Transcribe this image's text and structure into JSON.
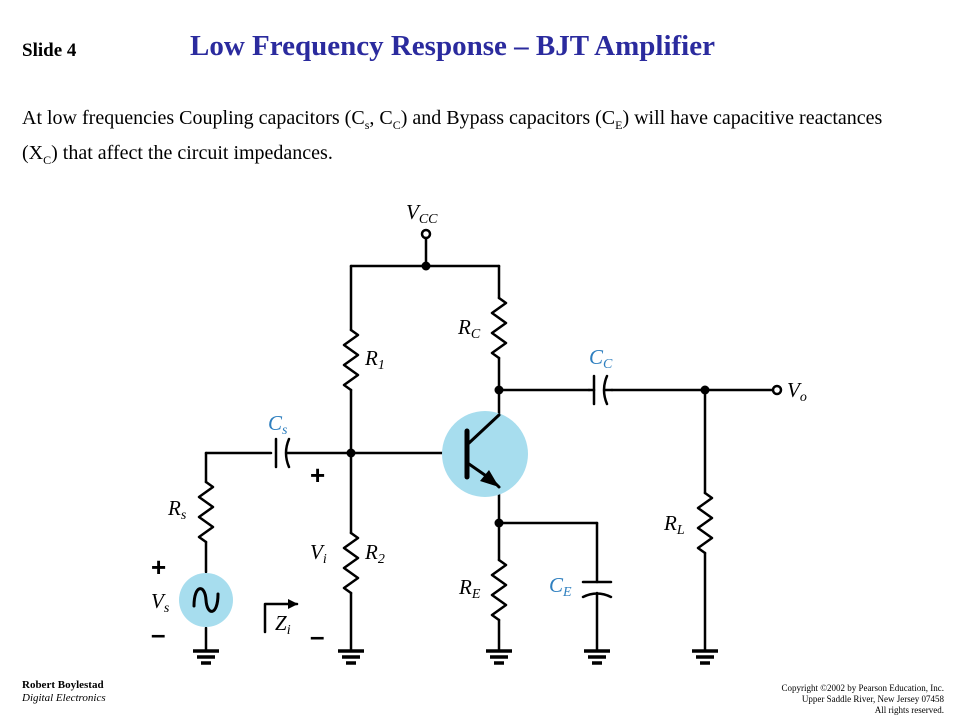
{
  "slide": {
    "label": "Slide 4"
  },
  "title": "Low Frequency Response – BJT Amplifier",
  "intro": {
    "p1": "At low frequencies Coupling capacitors (C",
    "s1": "s",
    "p2": ", C",
    "s2": "C",
    "p3": ") and Bypass capacitors (C",
    "s3": "E",
    "p4": ") will have capacitive reactances (X",
    "s4": "C",
    "p5": ") that affect the circuit impedances."
  },
  "circuit": {
    "labels": {
      "vcc": {
        "main": "V",
        "sub": "CC"
      },
      "rc": {
        "main": "R",
        "sub": "C"
      },
      "r1": {
        "main": "R",
        "sub": "1"
      },
      "cc": {
        "main": "C",
        "sub": "C"
      },
      "vo": {
        "main": "V",
        "sub": "o"
      },
      "cs": {
        "main": "C",
        "sub": "s"
      },
      "rs": {
        "main": "R",
        "sub": "s"
      },
      "vi": {
        "main": "V",
        "sub": "i"
      },
      "r2": {
        "main": "R",
        "sub": "2"
      },
      "re": {
        "main": "R",
        "sub": "E"
      },
      "ce": {
        "main": "C",
        "sub": "E"
      },
      "rl": {
        "main": "R",
        "sub": "L"
      },
      "vs": {
        "main": "V",
        "sub": "s"
      },
      "zi": {
        "main": "Z",
        "sub": "i"
      }
    },
    "signs": {
      "plus": "+",
      "minus": "–"
    },
    "colors": {
      "capacitor_label": "#2e7fbf",
      "highlight": "#a7ddee",
      "title": "#2b2b9e"
    }
  },
  "footer": {
    "author": "Robert Boylestad",
    "book": "Digital Electronics",
    "copyright1": "Copyright ©2002 by Pearson Education, Inc.",
    "copyright2": "Upper Saddle River, New Jersey 07458",
    "copyright3": "All rights reserved."
  }
}
